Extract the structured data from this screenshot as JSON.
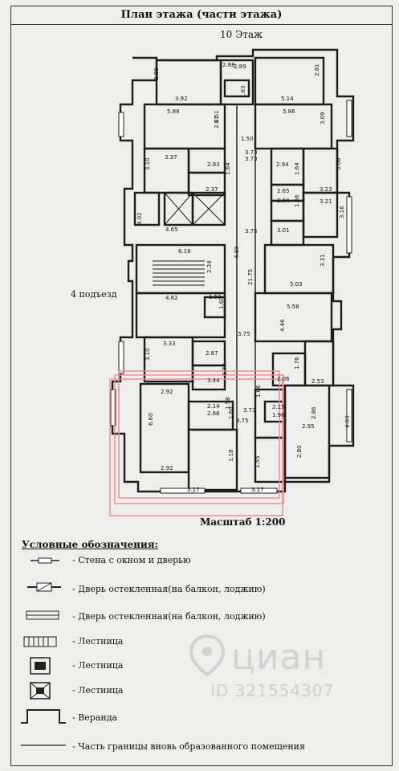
{
  "header": {
    "title": "План этажа (части этажа)",
    "floor_label": "10 Этаж"
  },
  "plan": {
    "entrance_label": "4 подъезд",
    "scale_label": "Масштаб 1:200",
    "dimensions": [
      "2.88",
      "3.92",
      "2.88",
      "2.51",
      "2.89",
      "1.63",
      "2.81",
      "5.14",
      "5.88",
      "2.61",
      "5.86",
      "3.09",
      "1.50",
      "3.73",
      "3.37",
      "3.10",
      "2.93",
      "3.73",
      "2.94",
      "1.64",
      "3.08",
      "2.37",
      "1.64",
      "2.65",
      "3.23",
      "2.84",
      "1.66",
      "3.21",
      "4.02",
      "4.65",
      "3.75",
      "3.01",
      "3.16",
      "6.18",
      "4.89",
      "2.34",
      "21.75",
      "3.31",
      "5.03",
      "4.82",
      "1.50",
      "1.60",
      "5.58",
      "4.46",
      "3.33",
      "2.87",
      "3.75",
      "3.10",
      "3.44",
      "1.77",
      "2.06",
      "1.76",
      "2.53",
      "2.92",
      "2.14",
      "1.58",
      "1.66",
      "2.15",
      "1.60",
      "2.66",
      "3.73",
      "2.95",
      "3.75",
      "1.96",
      "2.86",
      "4.03",
      "6.60",
      "1.18",
      "1.55",
      "2.80",
      "2.92",
      "3.17",
      "3.17"
    ]
  },
  "legend": {
    "title": "Условные обозначения:",
    "items": [
      "- Стена с окном и дверью",
      "- Дверь остекленная(на балкон, лоджию)",
      "- Дверь остекленная(на балкон, лоджию)",
      "- Лестница",
      "- Лестница",
      "- Лестница",
      "- Веранда",
      "- Часть границы вновь образованного помещения"
    ]
  },
  "watermark": {
    "brand": "циан",
    "listing_id": "ID 321554307"
  },
  "colors": {
    "ink": "#1c1c1c",
    "paper": "#eeeeec",
    "highlight": "#e88a8a",
    "watermark": "#d3d3d3"
  }
}
